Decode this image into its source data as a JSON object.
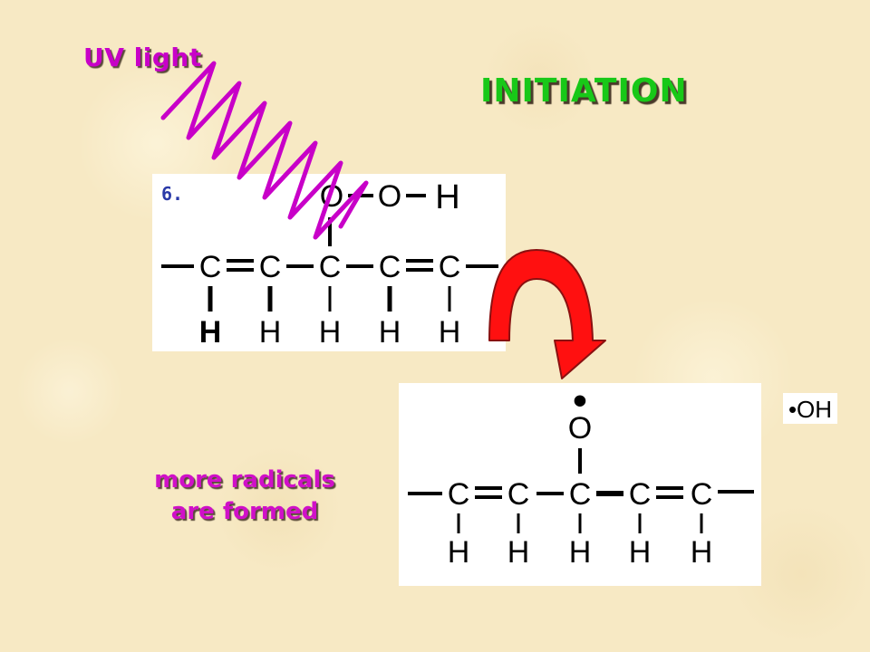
{
  "title": "INITIATION",
  "uv_label": "UV light",
  "result_text_line1": "more radicals",
  "result_text_line2": "are formed",
  "step_number": "6.",
  "radical_label": "•OH",
  "molecule_top": {
    "substituent": [
      "O",
      "O",
      "H"
    ],
    "chain": [
      "C",
      "C",
      "C",
      "C",
      "C"
    ],
    "hydrogens": [
      "H",
      "H",
      "H",
      "H",
      "H"
    ]
  },
  "molecule_bottom": {
    "radical_dot": "•",
    "substituent": [
      "O"
    ],
    "chain": [
      "C",
      "C",
      "C",
      "C",
      "C"
    ],
    "hydrogens": [
      "H",
      "H",
      "H",
      "H",
      "H"
    ]
  },
  "colors": {
    "uv_wave": "#c800c8",
    "title": "#18c818",
    "arrow": "#ff1010",
    "step_number": "#2a3aa8"
  }
}
